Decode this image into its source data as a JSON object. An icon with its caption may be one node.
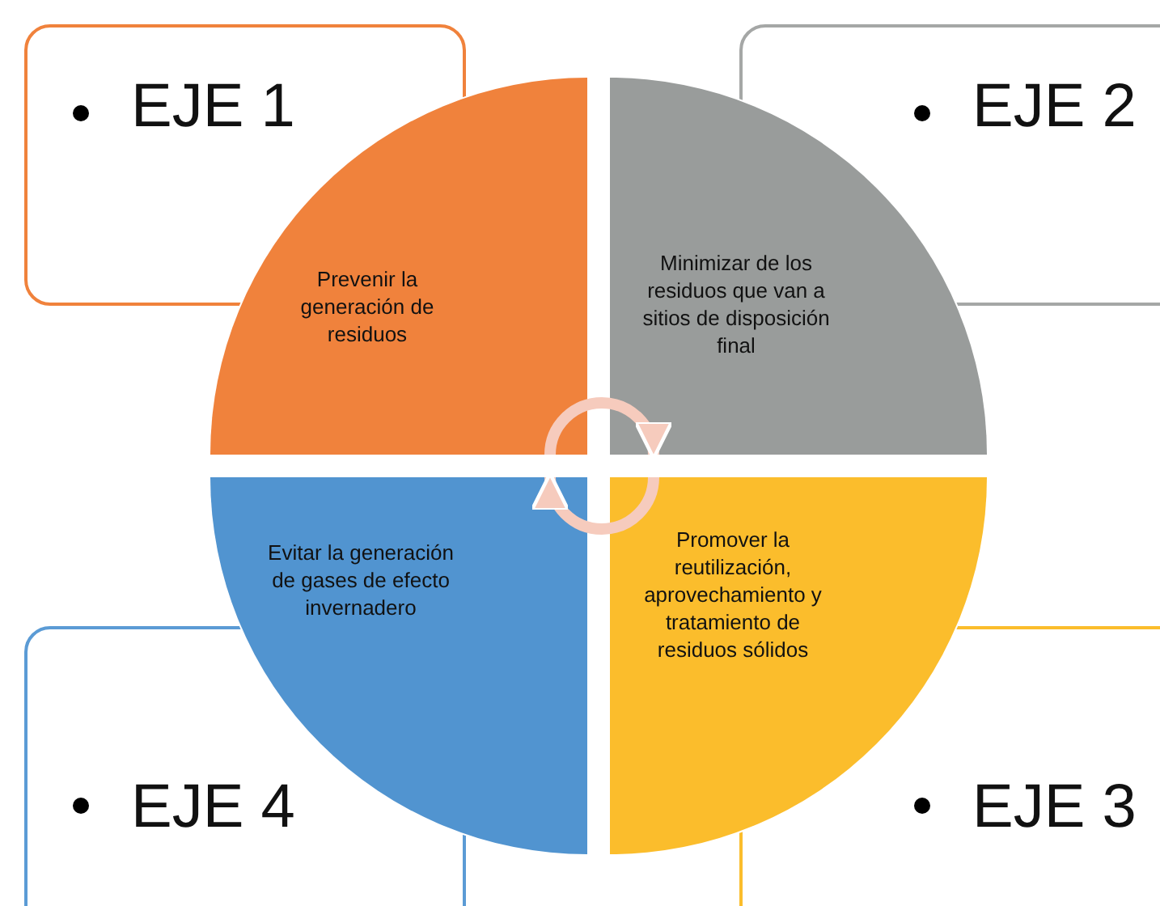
{
  "diagram": {
    "nodes": [
      {
        "text": [
          "EJE 1"
        ]
      },
      {
        "text": [
          "EJE 2"
        ]
      },
      {
        "text": [
          "Prevenir la generación de residuos"
        ]
      },
      {
        "text": [
          "Minimizar de los residuos que van a sitios de disposición final"
        ]
      },
      {
        "text": [
          "Evitar la generación de gases de efecto invernadero"
        ]
      },
      {
        "text": [
          "Promover la reutilización, aprovechamiento y tratamiento de residuos sólidos"
        ]
      },
      {
        "text": [
          "EJE 4"
        ]
      },
      {
        "text": [
          "EJE 3"
        ]
      }
    ],
    "edges": [
      {
        "from": 2,
        "to": 3,
        "arrow": "to"
      },
      {
        "from": 5,
        "to": 4,
        "arrow": "to"
      }
    ]
  }
}
